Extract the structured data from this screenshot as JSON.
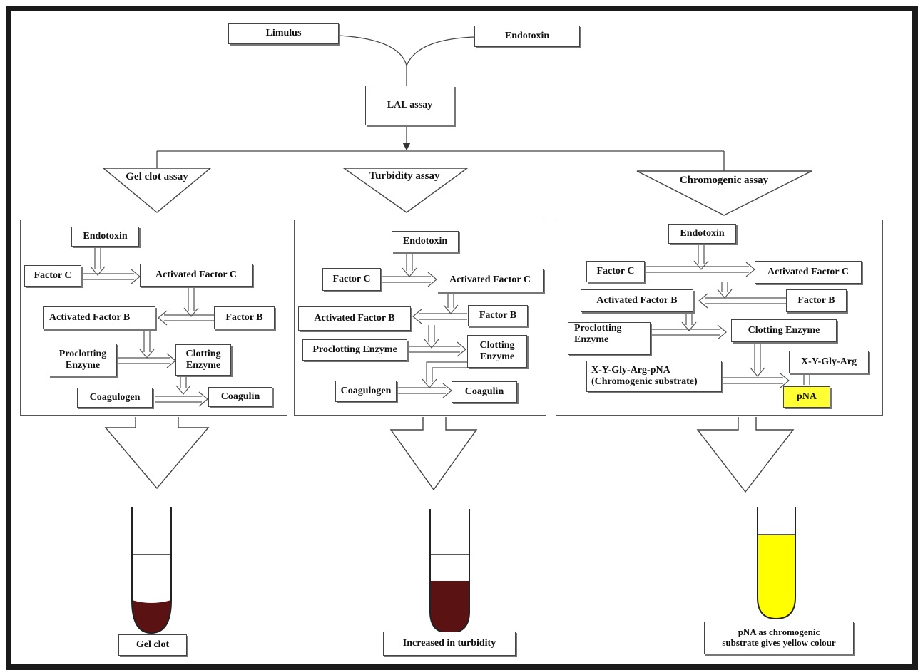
{
  "top": {
    "limulus": "Limulus",
    "endotoxin": "Endotoxin",
    "lal": "LAL assay"
  },
  "assays": {
    "gel": "Gel clot assay",
    "turbidity": "Turbidity assay",
    "chromogenic": "Chromogenic assay"
  },
  "gel_panel": {
    "endotoxin": "Endotoxin",
    "factor_c": "Factor C",
    "activated_factor_c": "Activated Factor C",
    "activated_factor_b": "Activated Factor B",
    "factor_b": "Factor B",
    "proclotting_1": "Proclotting",
    "proclotting_2": "Enzyme",
    "clotting_1": "Clotting",
    "clotting_2": "Enzyme",
    "coagulogen": "Coagulogen",
    "coagulin": "Coagulin"
  },
  "turb_panel": {
    "endotoxin": "Endotoxin",
    "factor_c": "Factor C",
    "activated_factor_c": "Activated Factor C",
    "activated_factor_b": "Activated Factor B",
    "factor_b": "Factor B",
    "proclotting": "Proclotting Enzyme",
    "clotting_1": "Clotting",
    "clotting_2": "Enzyme",
    "coagulogen": "Coagulogen",
    "coagulin": "Coagulin"
  },
  "chromo_panel": {
    "endotoxin": "Endotoxin",
    "factor_c": "Factor C",
    "activated_factor_c": "Activated Factor C",
    "activated_factor_b": "Activated Factor B",
    "factor_b": "Factor B",
    "proclotting_1": "Proclotting",
    "proclotting_2": "Enzyme",
    "clotting": "Clotting Enzyme",
    "substrate_1": "X-Y-Gly-Arg-pNA",
    "substrate_2": "(Chromogenic substrate)",
    "product": "X-Y-Gly-Arg",
    "pna": "pNA"
  },
  "results": {
    "gel": "Gel clot",
    "turbidity": "Increased in turbidity",
    "chromo_1": "pNA as chromogenic",
    "chromo_2": "substrate gives yellow colour"
  },
  "colors": {
    "clot": "#5a1212",
    "turbid": "#5a1212",
    "yellow": "#ffff00",
    "pna_highlight": "#ffff33"
  }
}
